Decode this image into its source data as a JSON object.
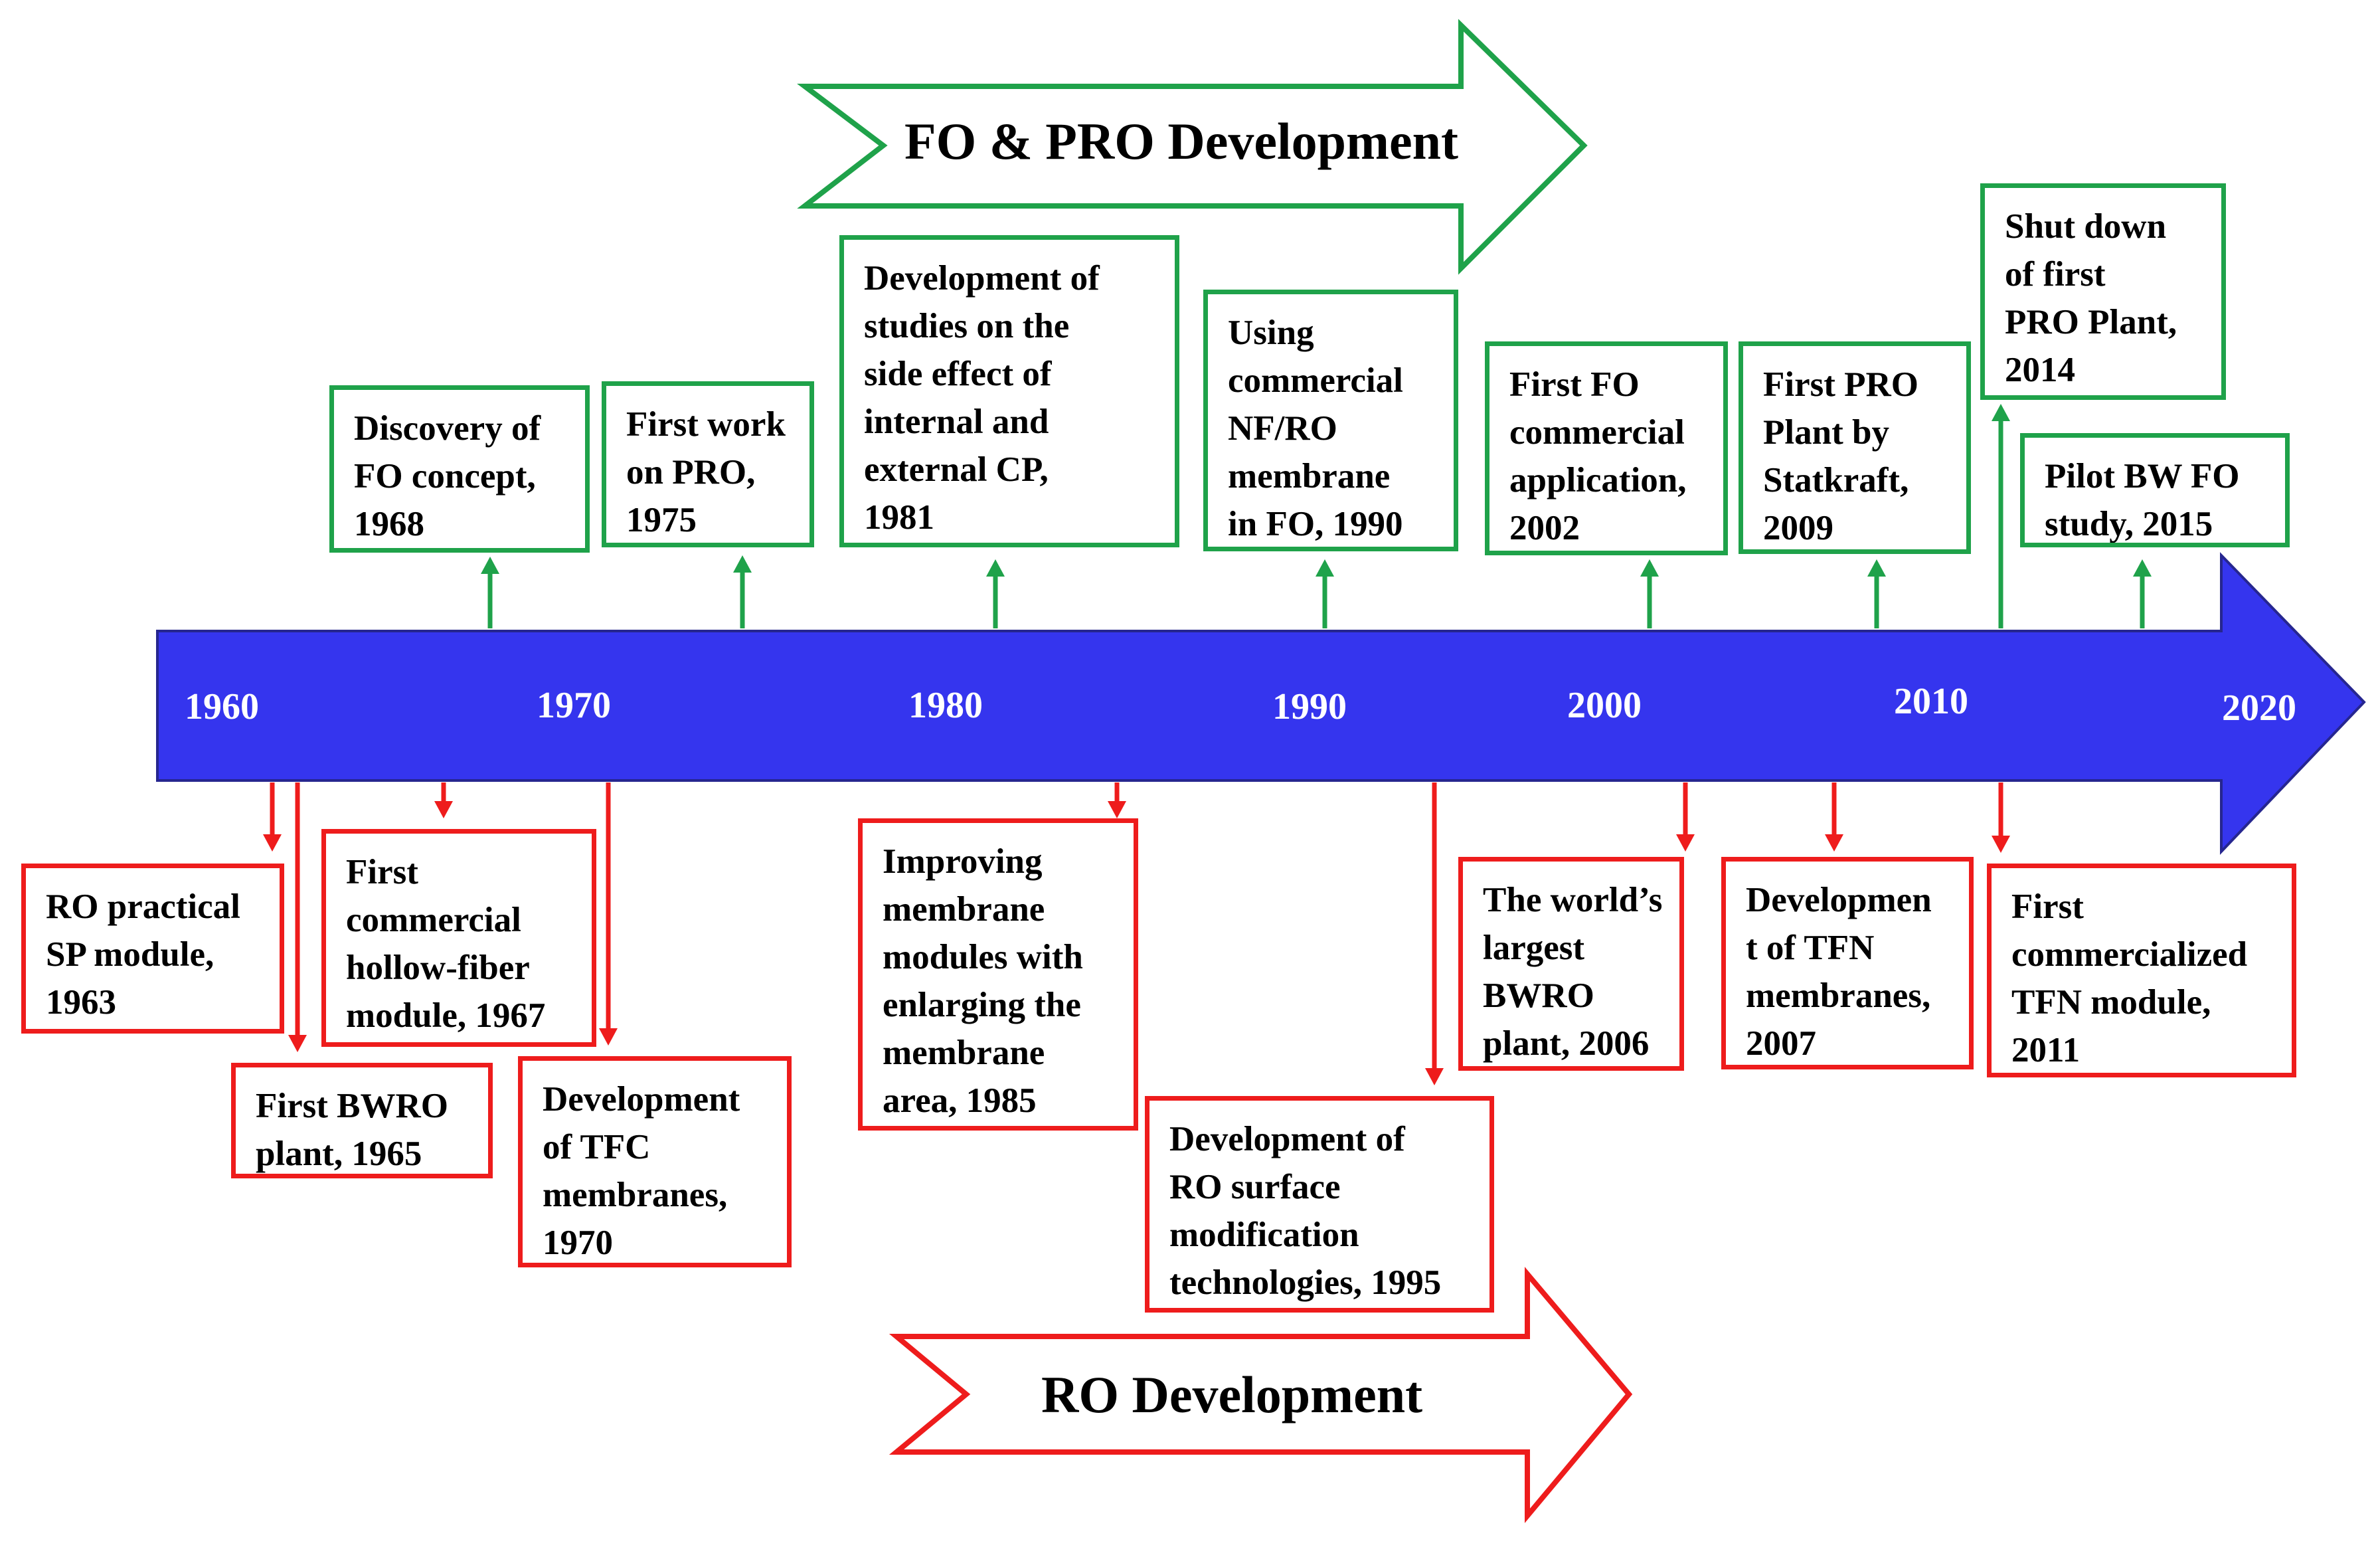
{
  "banners": {
    "fo_pro": {
      "label": "FO & PRO Development",
      "color": "#1fa24a"
    },
    "ro": {
      "label": "RO Development",
      "color": "#ee1c1c"
    }
  },
  "timeline": {
    "color": "#3535ee",
    "years": [
      "1960",
      "1970",
      "1980",
      "1990",
      "2000",
      "2010",
      "2020"
    ]
  },
  "fo_events": [
    {
      "lines": [
        "Discovery of",
        "FO concept,",
        "1968"
      ]
    },
    {
      "lines": [
        "First work",
        "on PRO,",
        "1975"
      ]
    },
    {
      "lines": [
        "Development of",
        "studies on the",
        "side effect of",
        "internal and",
        "external CP,",
        "1981"
      ]
    },
    {
      "lines": [
        "Using",
        "commercial",
        "NF/RO",
        "membrane",
        "in FO, 1990"
      ]
    },
    {
      "lines": [
        "First FO",
        "commercial",
        "application,",
        "2002"
      ]
    },
    {
      "lines": [
        "First PRO",
        "Plant by",
        "Statkraft,",
        "2009"
      ]
    },
    {
      "lines": [
        "Shut down",
        "of first",
        "PRO Plant,",
        "2014"
      ]
    },
    {
      "lines": [
        "Pilot BW FO",
        "study, 2015"
      ]
    }
  ],
  "ro_events": [
    {
      "lines": [
        "RO practical",
        "SP module,",
        "1963"
      ]
    },
    {
      "lines": [
        "First BWRO",
        "plant, 1965"
      ]
    },
    {
      "lines": [
        "First",
        "commercial",
        "hollow-fiber",
        "module, 1967"
      ]
    },
    {
      "lines": [
        "Development",
        "of TFC",
        "membranes,",
        "1970"
      ]
    },
    {
      "lines": [
        "Improving",
        "membrane",
        "modules with",
        "enlarging the",
        "membrane",
        "area, 1985"
      ]
    },
    {
      "lines": [
        "Development of",
        "RO surface",
        "modification",
        "technologies, 1995"
      ]
    },
    {
      "lines": [
        "The world’s",
        "largest",
        "BWRO",
        "plant, 2006"
      ]
    },
    {
      "lines": [
        "Developmen",
        "t of TFN",
        "membranes,",
        "2007"
      ]
    },
    {
      "lines": [
        "First",
        "commercialized",
        "TFN module,",
        "2011"
      ]
    }
  ]
}
